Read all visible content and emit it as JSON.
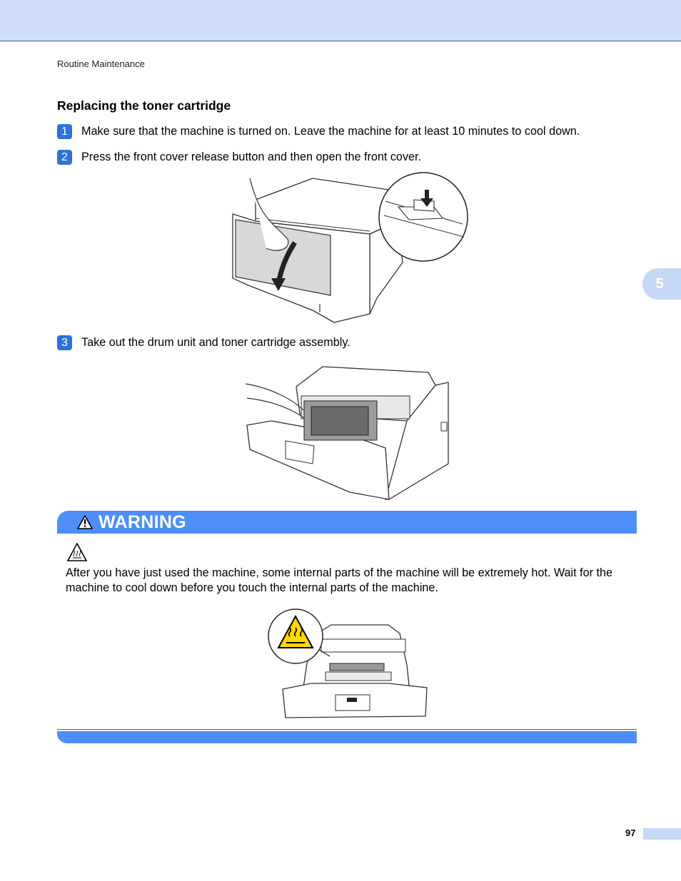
{
  "header": {
    "running_head": "Routine Maintenance"
  },
  "section": {
    "title": "Replacing the toner cartridge"
  },
  "steps": [
    {
      "num": "1",
      "text": "Make sure that the machine is turned on. Leave the machine for at least 10 minutes to cool down."
    },
    {
      "num": "2",
      "text": "Press the front cover release button and then open the front cover."
    },
    {
      "num": "3",
      "text": "Take out the drum unit and toner cartridge assembly."
    }
  ],
  "chapter_tab": "5",
  "warning": {
    "title": "WARNING",
    "body": "After you have just used the machine, some internal parts of the machine will be extremely hot. Wait for the machine to cool down before you touch the internal parts of the machine."
  },
  "footer": {
    "page_number": "97"
  },
  "colors": {
    "accent": "#4d8ef9",
    "step_badge": "#2c73d9",
    "band": "#cfdff9",
    "tab": "#c5d8f6"
  }
}
